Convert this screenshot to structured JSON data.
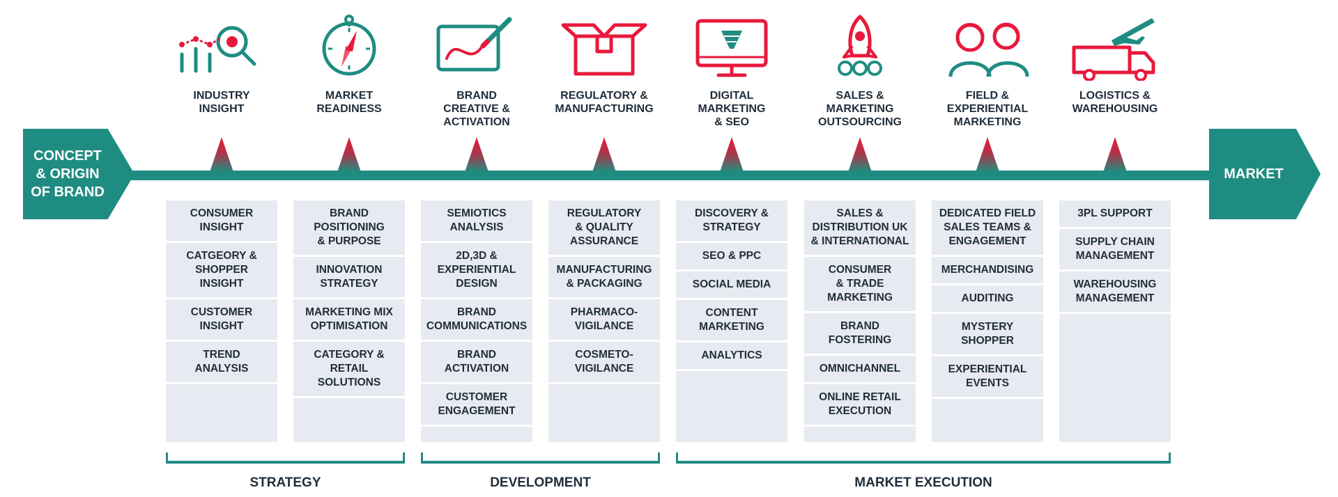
{
  "start_label": "CONCEPT\n& ORIGIN\nOF BRAND",
  "end_label": "MARKET",
  "colors": {
    "teal": "#1f8c82",
    "red": "#e8193c",
    "panel": "#e7eaf0",
    "text": "#1f2d3a"
  },
  "columns": [
    {
      "icon": "magnifier-chart-icon",
      "title": "INDUSTRY\nINSIGHT",
      "items": [
        "CONSUMER\nINSIGHT",
        "CATGEORY &\nSHOPPER\nINSIGHT",
        "CUSTOMER\nINSIGHT",
        "TREND\nANALYSIS"
      ]
    },
    {
      "icon": "compass-icon",
      "title": "MARKET\nREADINESS",
      "items": [
        "BRAND\nPOSITIONING\n& PURPOSE",
        "INNOVATION\nSTRATEGY",
        "MARKETING MIX\nOPTIMISATION",
        "CATEGORY &\nRETAIL\nSOLUTIONS"
      ]
    },
    {
      "icon": "design-tablet-icon",
      "title": "BRAND\nCREATIVE &\nACTIVATION",
      "items": [
        "SEMIOTICS\nANALYSIS",
        "2D,3D &\nEXPERIENTIAL\nDESIGN",
        "BRAND\nCOMMUNICATIONS",
        "BRAND\nACTIVATION",
        "CUSTOMER\nENGAGEMENT"
      ]
    },
    {
      "icon": "open-box-icon",
      "title": "REGULATORY &\nMANUFACTURING",
      "items": [
        "REGULATORY\n& QUALITY\nASSURANCE",
        "MANUFACTURING\n& PACKAGING",
        "PHARMACO-\nVIGILANCE",
        "COSMETO-\nVIGILANCE"
      ]
    },
    {
      "icon": "monitor-funnel-icon",
      "title": "DIGITAL\nMARKETING\n& SEO",
      "items": [
        "DISCOVERY &\nSTRATEGY",
        "SEO & PPC",
        "SOCIAL MEDIA",
        "CONTENT\nMARKETING",
        "ANALYTICS"
      ]
    },
    {
      "icon": "rocket-icon",
      "title": "SALES &\nMARKETING\nOUTSOURCING",
      "items": [
        "SALES &\nDISTRIBUTION UK\n& INTERNATIONAL",
        "CONSUMER\n& TRADE\nMARKETING",
        "BRAND\nFOSTERING",
        "OMNICHANNEL",
        "ONLINE RETAIL\nEXECUTION"
      ]
    },
    {
      "icon": "people-icon",
      "title": "FIELD &\nEXPERIENTIAL\nMARKETING",
      "items": [
        "DEDICATED FIELD\nSALES TEAMS &\nENGAGEMENT",
        "MERCHANDISING",
        "AUDITING",
        "MYSTERY\nSHOPPER",
        "EXPERIENTIAL\nEVENTS"
      ]
    },
    {
      "icon": "plane-truck-icon",
      "title": "LOGISTICS &\nWAREHOUSING",
      "items": [
        "3PL SUPPORT",
        "SUPPLY CHAIN\nMANAGEMENT",
        "WAREHOUSING\nMANAGEMENT"
      ]
    }
  ],
  "phases": [
    {
      "label": "STRATEGY",
      "from_column": 0,
      "to_column": 1
    },
    {
      "label": "DEVELOPMENT",
      "from_column": 2,
      "to_column": 3
    },
    {
      "label": "MARKET EXECUTION",
      "from_column": 4,
      "to_column": 7
    }
  ]
}
